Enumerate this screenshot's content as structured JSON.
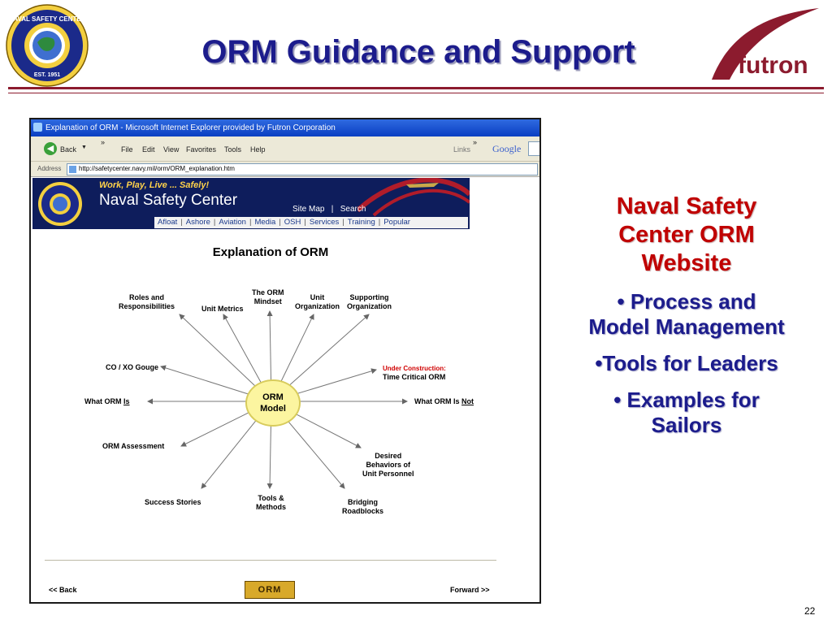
{
  "slide": {
    "title": "ORM Guidance and Support",
    "page_number": "22",
    "logo_left_text": "NAVAL SAFETY CENTER",
    "logo_left_est": "EST. 1951",
    "logo_right_text": "futron"
  },
  "browser": {
    "window_title": "Explanation of ORM - Microsoft Internet Explorer provided by Futron Corporation",
    "back_label": "Back",
    "menu": [
      "File",
      "Edit",
      "View",
      "Favorites",
      "Tools",
      "Help"
    ],
    "links_label": "Links",
    "google_label": "Google",
    "address_label": "Address",
    "url": "http://safetycenter.navy.mil/orm/ORM_explanation.htm"
  },
  "site": {
    "tagline": "Work, Play, Live ... Safely!",
    "name": "Naval Safety Center",
    "util_links": [
      "Site Map",
      "Search"
    ],
    "nav": [
      "Afloat",
      "Ashore",
      "Aviation",
      "Media",
      "OSH",
      "Services",
      "Training",
      "Popular"
    ],
    "diagram_title": "Explanation of ORM",
    "center_label_1": "ORM",
    "center_label_2": "Model",
    "nodes": {
      "roles_1": "Roles and",
      "roles_2": "Responsibilities",
      "metrics": "Unit Metrics",
      "mindset_1": "The ORM",
      "mindset_2": "Mindset",
      "unitorg_1": "Unit",
      "unitorg_2": "Organization",
      "support_1": "Supporting",
      "support_2": "Organization",
      "gouge": "CO / XO Gouge",
      "under_construction": "Under Construction:",
      "time_critical": "Time Critical ORM",
      "what_is_prefix": "What ORM ",
      "what_is_emph": "Is",
      "what_isnot_prefix": "What ORM Is ",
      "what_isnot_emph": "Not",
      "assessment": "ORM  Assessment",
      "desired_1": "Desired",
      "desired_2": "Behaviors of",
      "desired_3": "Unit Personnel",
      "success": "Success Stories",
      "tools_1": "Tools &",
      "tools_2": "Methods",
      "bridging_1": "Bridging",
      "bridging_2": "Roadblocks"
    },
    "back_link": "<<  Back",
    "forward_link": "Forward  >>",
    "orm_badge": "ORM"
  },
  "side_text": {
    "heading_1": "Naval Safety",
    "heading_2": "Center ORM",
    "heading_3": "Website",
    "bullet_1a": "• Process and",
    "bullet_1b": "Model Management",
    "bullet_2": "•Tools for Leaders",
    "bullet_3a": "• Examples for",
    "bullet_3b": "Sailors"
  },
  "colors": {
    "title_blue": "#1c1c8c",
    "heading_red": "#c00000",
    "rule_maroon": "#8c1b2e",
    "banner_navy": "#0e1d5c"
  }
}
